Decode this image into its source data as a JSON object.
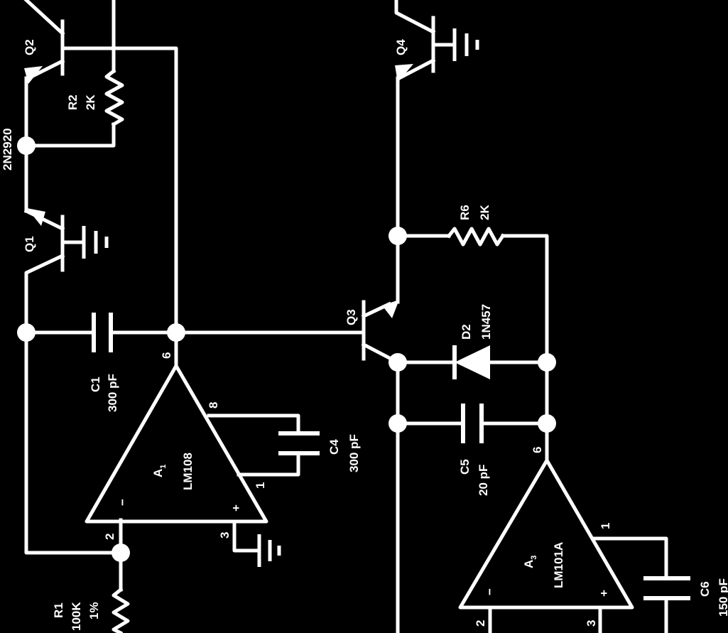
{
  "labels": {
    "q1": "Q1",
    "q2": "Q2",
    "q2_part": "2N2920",
    "q3": "Q3",
    "q4": "Q4",
    "r1": [
      "R1",
      "100K",
      "1%"
    ],
    "r2": [
      "R2",
      "2K"
    ],
    "r6": [
      "R6",
      "2K"
    ],
    "c1": [
      "C1",
      "300 pF"
    ],
    "c4": [
      "C4",
      "300 pF"
    ],
    "c5": [
      "C5",
      "20 pF"
    ],
    "c6": [
      "C6",
      "150 pF"
    ],
    "d2": [
      "D2",
      "1N457"
    ],
    "a1": {
      "name": "A",
      "sub": "1",
      "part": "LM108"
    },
    "a3": {
      "name": "A",
      "sub": "3",
      "part": "LM101A"
    },
    "pins": {
      "a1_out": "6",
      "a1_comp": "8",
      "a1_comp2": "1",
      "a1_inv": "2",
      "a1_noninv": "3",
      "a3_out": "6",
      "a3_comp": "1",
      "a3_inv": "2",
      "a3_noninv": "3"
    },
    "minus": "−",
    "plus": "+"
  }
}
